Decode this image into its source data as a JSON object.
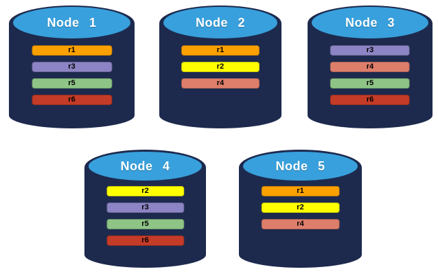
{
  "diagram": {
    "description": "Five database node cylinders showing replica placement",
    "background_color": "#ffffff",
    "body_color": "#1D2A4E",
    "top_color": "#38A0DC",
    "title_text_color": "#ffffff",
    "bar_text_color": "#000000",
    "replica_colors": {
      "r1": "#FAA000",
      "r2": "#FFFF00",
      "r3": "#8C84C4",
      "r4": "#DD7E6B",
      "r5": "#8EC486",
      "r6": "#C43B27"
    },
    "nodes": [
      {
        "title": "Node 1",
        "replicas": [
          "r1",
          "r3",
          "r5",
          "r6"
        ]
      },
      {
        "title": "Node 2",
        "replicas": [
          "r1",
          "r2",
          "r4"
        ]
      },
      {
        "title": "Node 3",
        "replicas": [
          "r3",
          "r4",
          "r5",
          "r6"
        ]
      },
      {
        "title": "Node 4",
        "replicas": [
          "r2",
          "r3",
          "r5",
          "r6"
        ]
      },
      {
        "title": "Node 5",
        "replicas": [
          "r1",
          "r2",
          "r4"
        ]
      }
    ]
  }
}
